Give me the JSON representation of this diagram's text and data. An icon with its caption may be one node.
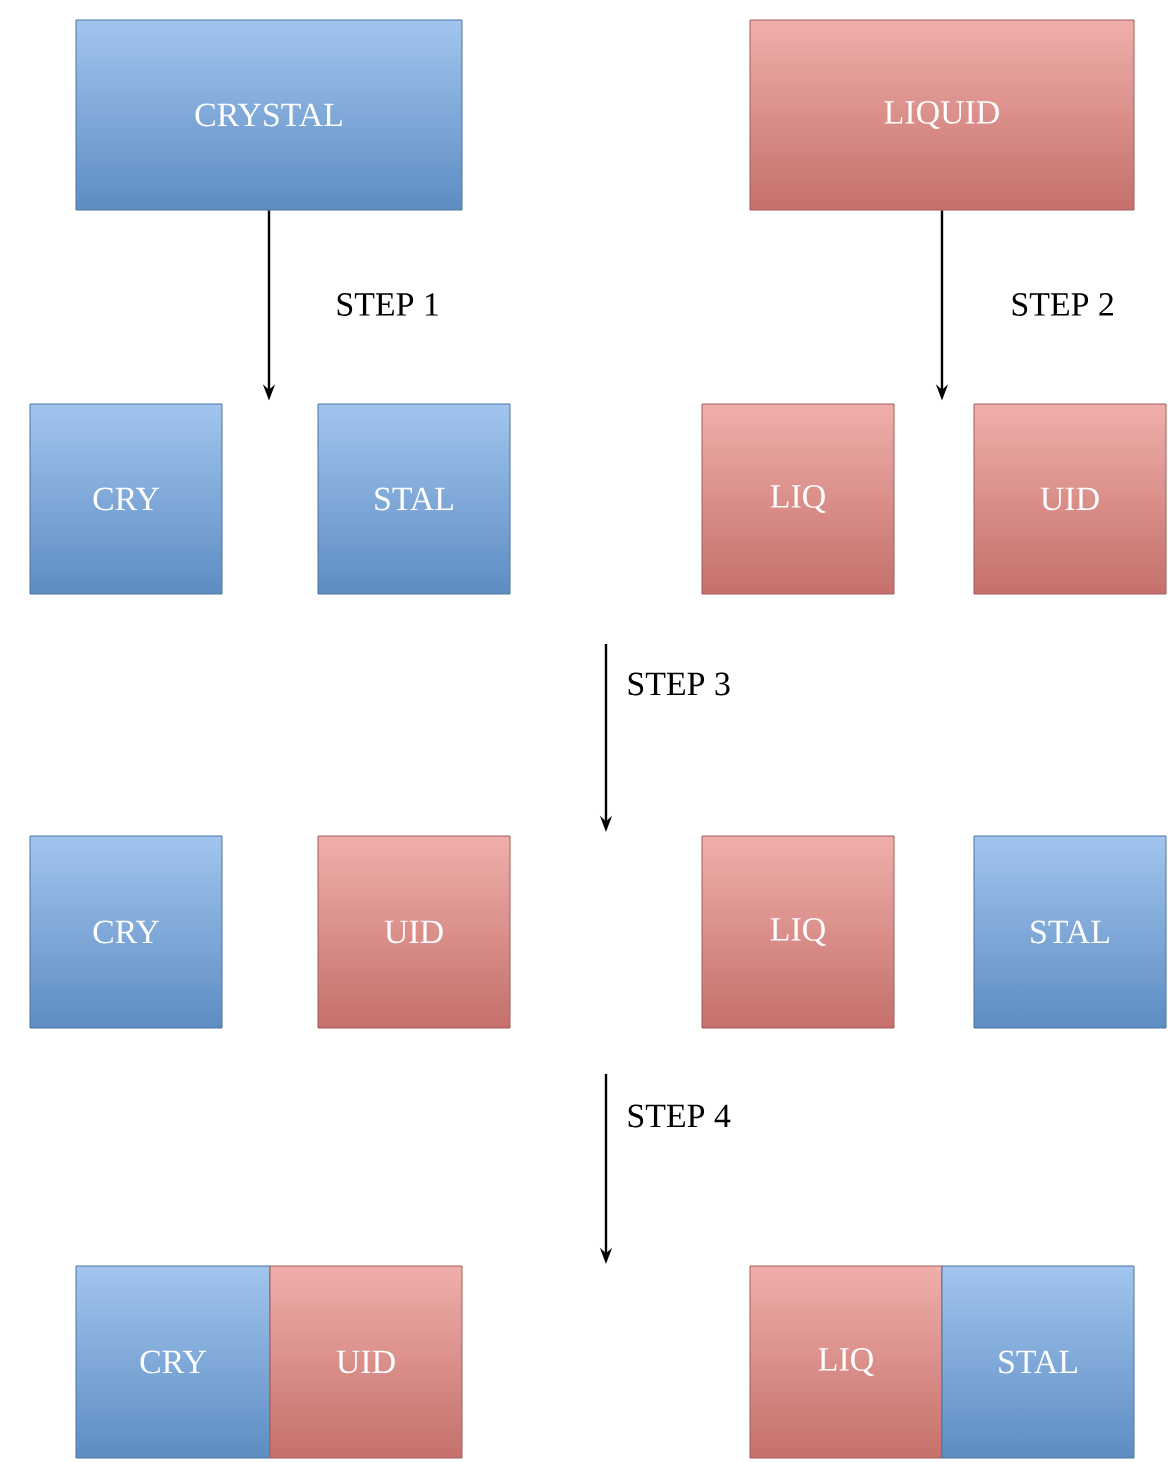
{
  "diagram": {
    "nodes": [
      {
        "text": [
          "CRYSTAL"
        ]
      },
      {
        "text": [
          "LIQUID"
        ]
      },
      {
        "text": [
          "CRY"
        ]
      },
      {
        "text": [
          "STAL"
        ]
      },
      {
        "text": [
          "LIQ"
        ]
      },
      {
        "text": [
          "UID"
        ]
      },
      {
        "text": [
          "CRY"
        ]
      },
      {
        "text": [
          "UID"
        ]
      },
      {
        "text": [
          "LIQ"
        ]
      },
      {
        "text": [
          "STAL"
        ]
      },
      {
        "text": [
          "CRY"
        ]
      },
      {
        "text": [
          "UID"
        ]
      },
      {
        "text": [
          "LIQ"
        ]
      },
      {
        "text": [
          "STAL"
        ]
      }
    ],
    "edges": [
      {
        "from": 0,
        "to": null,
        "arrow": "to",
        "label": "STEP 1"
      },
      {
        "from": 1,
        "to": null,
        "arrow": "to",
        "label": "STEP 2"
      }
    ],
    "labels": [
      "STEP 3",
      "STEP 4"
    ]
  }
}
